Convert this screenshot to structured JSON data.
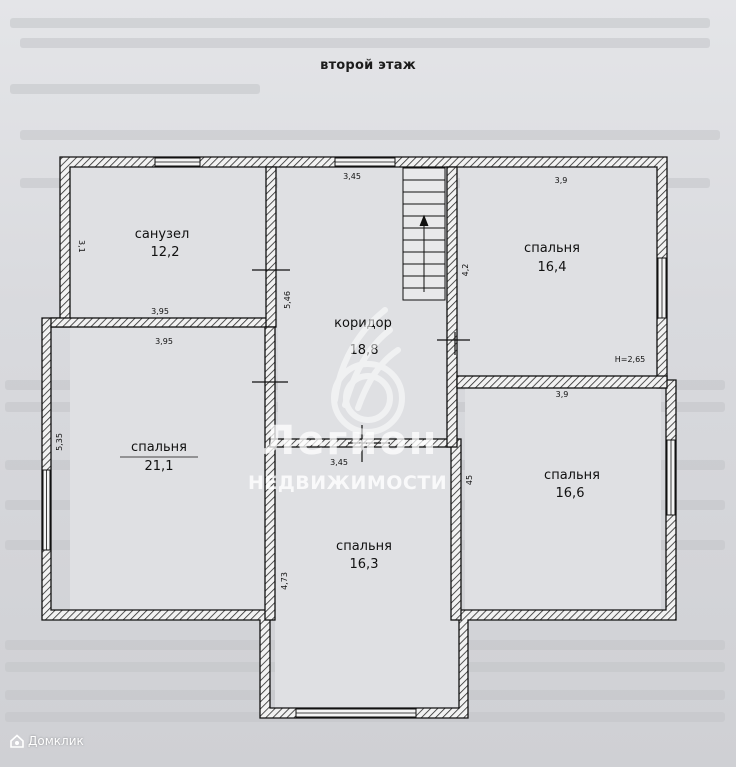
{
  "page": {
    "title": "второй этаж"
  },
  "rooms": [
    {
      "id": "sanuzel",
      "name": "санузел",
      "area": "12,2"
    },
    {
      "id": "koridor",
      "name": "коридор",
      "area": "18,8"
    },
    {
      "id": "spalnya_ne",
      "name": "спальня",
      "area": "16,4"
    },
    {
      "id": "spalnya_w",
      "name": "спальня",
      "area": "21,1"
    },
    {
      "id": "spalnya_c",
      "name": "спальня",
      "area": "16,3"
    },
    {
      "id": "spalnya_se",
      "name": "спальня",
      "area": "16,6"
    }
  ],
  "dimensions": {
    "sanuzel_height": "3,1",
    "sanuzel_width": "3,95",
    "west_bedroom_width": "3,95",
    "west_bedroom_height": "5,35",
    "corridor_top_width": "3,45",
    "corridor_height": "5,46",
    "center_bedroom_width": "3,45",
    "center_bedroom_height": "4,73",
    "ne_bedroom_width": "3,9",
    "ne_bedroom_height": "4,2",
    "ceiling_height": "H=2,65",
    "se_bedroom_width": "3,9",
    "se_bedroom_height": "45"
  },
  "watermark": {
    "brand": "Легион",
    "subtitle": "НЕДВИЖИМОСТИ"
  },
  "footer": {
    "logo_text": "Домклик"
  }
}
